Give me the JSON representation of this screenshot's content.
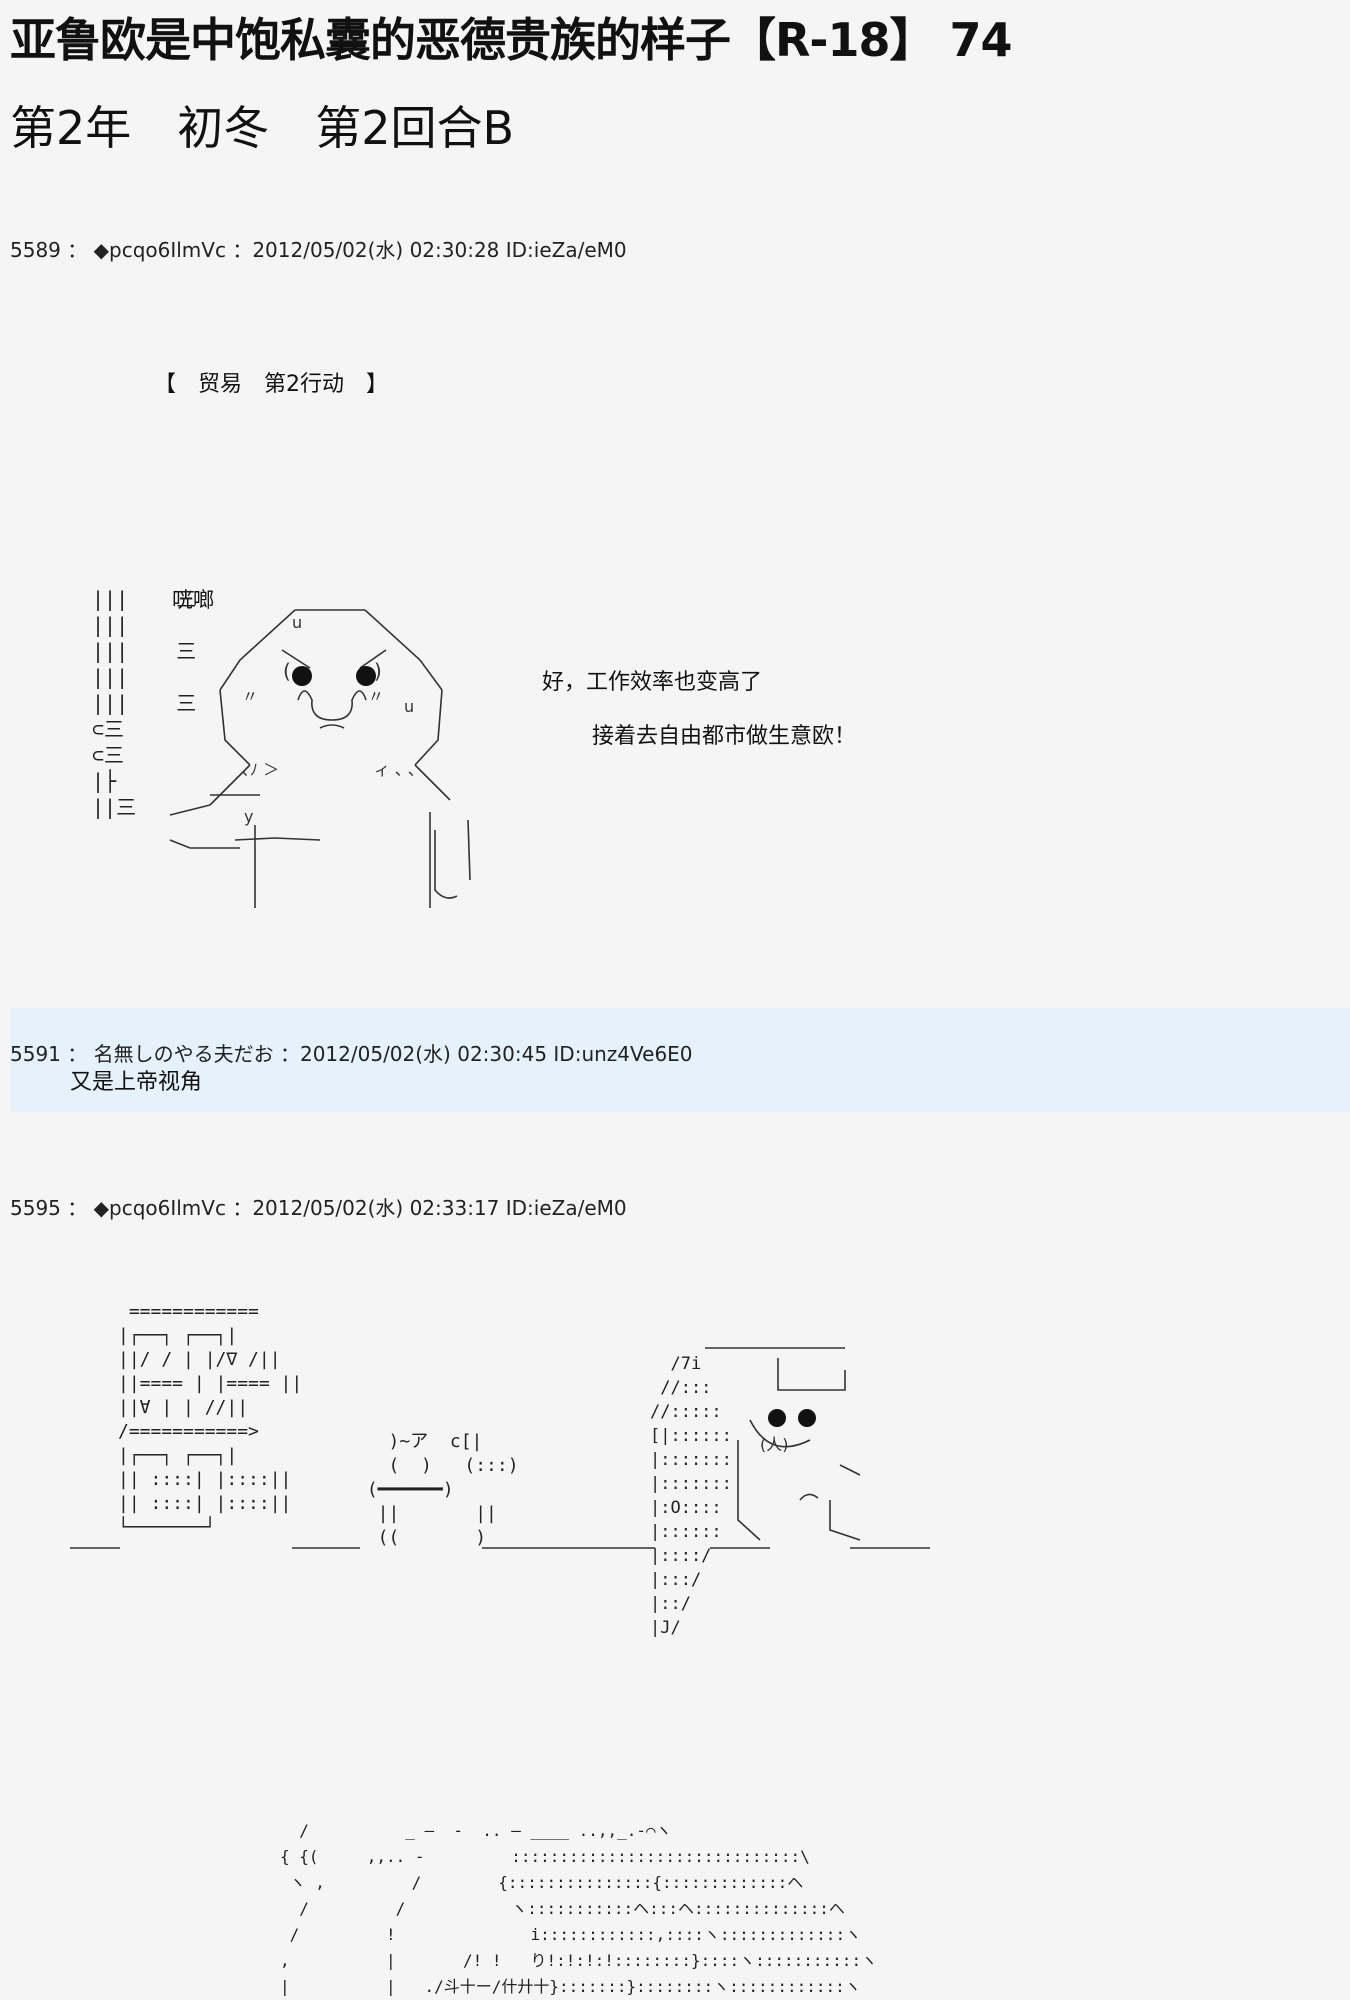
{
  "page": {
    "title": "亚鲁欧是中饱私囊的恶德贵族的样子【R-18】 74",
    "subtitle": "第2年　初冬　第2回合B"
  },
  "posts": [
    {
      "number": "5589",
      "separator": "：",
      "name": "◆pcqo6IlmVc",
      "date": "：2012/05/02(水) 02:30:28 ID:ieZa/eM0",
      "section_label": "【　贸易　第2行动　】",
      "sfx": "咣啷",
      "dialogue": [
        "好，工作效率也变高了",
        "接着去自由都市做生意欧！"
      ]
    },
    {
      "number": "5591",
      "separator": "：",
      "name": "名無しのやる夫だお",
      "date": "：2012/05/02(水) 02:30:45 ID:unz4Ve6E0",
      "body": "又是上帝视角"
    },
    {
      "number": "5595",
      "separator": "：",
      "name": "◆pcqo6IlmVc",
      "date": "：2012/05/02(水) 02:33:17 ID:ieZa/eM0"
    }
  ],
  "art": {
    "scene1_left": "|||    三\n|||\n|||    三\n|||\n|||    三\n⊂三\n⊂三\n|├\n||三",
    "scene2_cabinet": " ============\n|┌──┐ ┌──┐|\n||/ / | |/∇ /||\n||==== | |==== ||\n||∀ | | //||\n/===========>\n|┌──┐ ┌──┐|\n|| ::::| |::::||\n|| ::::| |::::||\n└───────┘",
    "scene2_shelf": "   )~ア  c[|\n   (  )   (:::)\n (━━━━━━)\n  ||       ||\n  ((       )",
    "scene2_wall": "  /7i\n //:::\n//:::::\n[|::::::\n|:::::::\n|:::::::\n|:O::::\n|::::::\n|::::/\n|:::/\n|::/\n|J/",
    "scene3_text": "  /          _ —  -  .. — ____ ..,,_.-⌒ヽ\n{ {(     ,,.. -         ::::::::::::::::::::::::::::::\\\n ヽ ,         /        {:::::::::::::::{:::::::::::::ヘ\n  /         /           ヽ:::::::::::ヘ:::ヘ::::::::::::::ヘ\n /         !              i::::::::::::,::::ヽ:::::::::::::ヽ\n,          |       /! !   り!:!:!:!::::::::}::::ヽ:::::::::::ヽ\n|          |   ./斗十ー/什廾十}:::::::}::::::::ヽ::::::::::::ヽ"
  }
}
